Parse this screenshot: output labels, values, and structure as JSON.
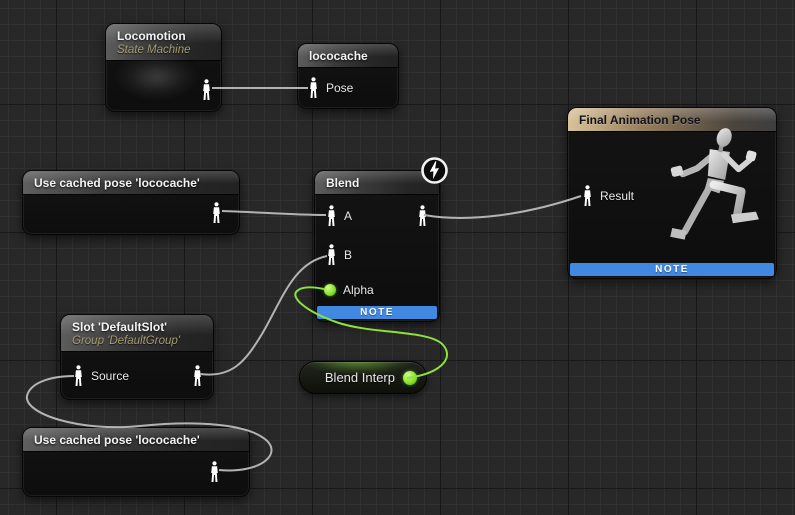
{
  "editor": {
    "kind": "anim-blueprint-graph",
    "background_color": "#282828"
  },
  "colors": {
    "note_banner_blue": "#4189e0",
    "pose_wire_gray": "#b3b3b3",
    "alpha_wire_green": "#8de13a",
    "subtitle_olive": "#a59c72",
    "final_pose_title_tan": "#d9c39b"
  },
  "nodes": {
    "locomotion": {
      "title": "Locomotion",
      "subtitle": "State Machine"
    },
    "lococache": {
      "title": "lococache",
      "pin_pose": "Pose"
    },
    "use_cached_pose_top": {
      "title": "Use cached pose 'lococache'"
    },
    "blend": {
      "title": "Blend",
      "pin_a": "A",
      "pin_b": "B",
      "pin_alpha": "Alpha",
      "note": "NOTE"
    },
    "final_animation_pose": {
      "title": "Final Animation Pose",
      "pin_result": "Result",
      "note": "NOTE"
    },
    "slot": {
      "title": "Slot 'DefaultSlot'",
      "subtitle": "Group 'DefaultGroup'",
      "pin_source": "Source"
    },
    "use_cached_pose_bottom": {
      "title": "Use cached pose 'lococache'"
    },
    "blend_interp": {
      "label": "Blend Interp"
    }
  },
  "icons": {
    "pose_pin": "person-icon",
    "value_pin": "green-dot-icon",
    "fast_path": "lightning-bolt-badge"
  },
  "connections": [
    {
      "from": "Locomotion",
      "to": "lococache.Pose",
      "type": "pose"
    },
    {
      "from": "Use cached pose 'lococache' (top)",
      "to": "Blend.A",
      "type": "pose"
    },
    {
      "from": "Slot 'DefaultSlot'",
      "to": "Blend.B",
      "type": "pose"
    },
    {
      "from": "Blend Interp",
      "to": "Blend.Alpha",
      "type": "float"
    },
    {
      "from": "Blend",
      "to": "Final Animation Pose.Result",
      "type": "pose"
    },
    {
      "from": "Use cached pose 'lococache' (bottom)",
      "to": "Slot 'DefaultSlot'.Source",
      "type": "pose"
    }
  ]
}
